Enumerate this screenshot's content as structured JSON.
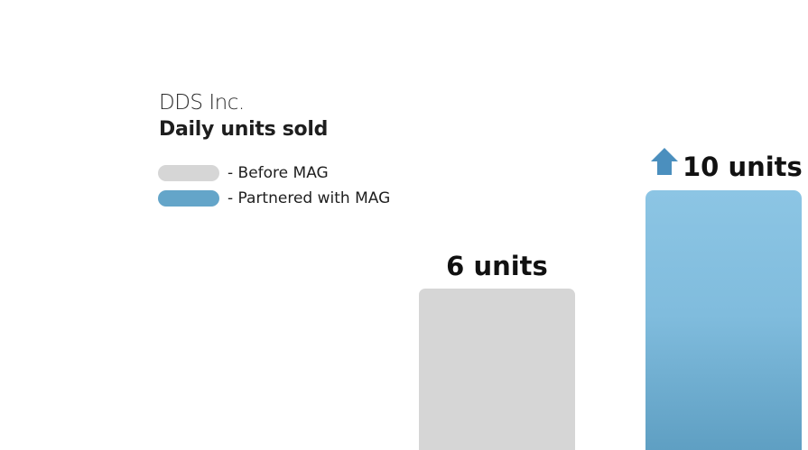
{
  "chart_data": {
    "type": "bar",
    "company": "DDS Inc.",
    "title": "Daily units sold",
    "categories": [
      "Before MAG",
      "Partnered with MAG"
    ],
    "values": [
      6,
      10
    ],
    "data_labels": [
      "6 units",
      "10 units"
    ],
    "legend": [
      {
        "label": "- Before MAG",
        "color": "#d6d6d6"
      },
      {
        "label": "- Partnered with MAG",
        "color": "#64a5c9"
      }
    ],
    "colors": {
      "before": "#d6d6d6",
      "after_top": "#8cc5e4",
      "after_bottom": "#5a9bbf",
      "arrow": "#4b8fbe"
    },
    "annotation_icon": "arrow-up-icon",
    "grid": false,
    "legend_position": "top-left"
  }
}
